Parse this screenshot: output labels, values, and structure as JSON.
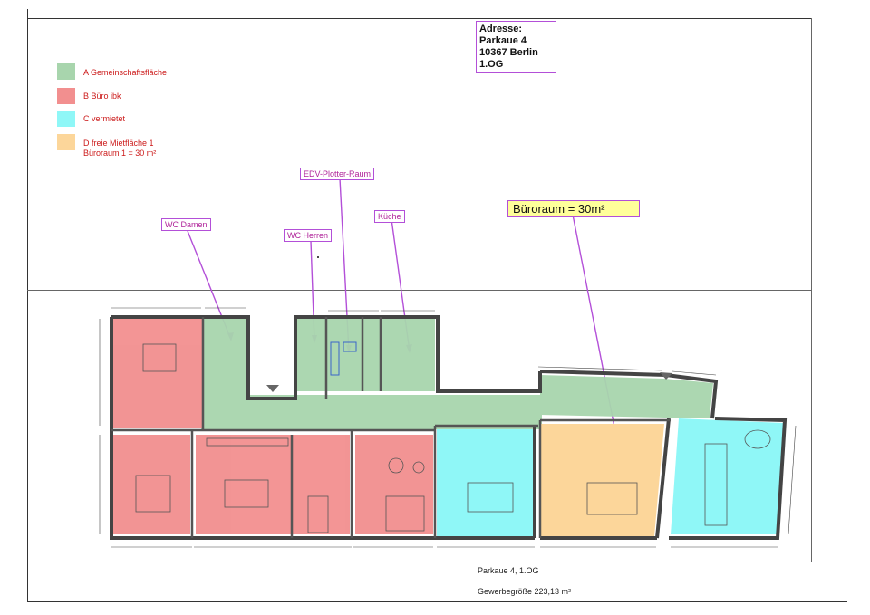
{
  "address": {
    "line1": "Adresse:",
    "line2": "Parkaue 4",
    "line3": "10367 Berlin",
    "line4": "1.OG"
  },
  "legend": [
    {
      "label": "A Gemeinschaftsfläche",
      "color": "#a8d5ad"
    },
    {
      "label": "B Büro ibk",
      "color": "#f28f8f"
    },
    {
      "label": "C vermietet",
      "color": "#8ff7f7"
    },
    {
      "label_line1": "D freie Mietfläche 1",
      "label_line2": "Büroraum 1 = 30 m²",
      "color": "#fcd69a"
    }
  ],
  "callouts": {
    "edv": "EDV-Plotter-Raum",
    "kueche": "Küche",
    "wc_damen": "WC Damen",
    "wc_herren": "WC Herren",
    "bueroraum": "Büroraum  = 30m²"
  },
  "footer": {
    "title": "Parkaue 4, 1.OG",
    "size": "Gewerbegröße 223,13 m²"
  },
  "colors": {
    "common": "#a8d5ad",
    "office_ibk": "#f28f8f",
    "rented": "#8ff7f7",
    "free": "#fcd69a",
    "callout_border": "#b34fd8"
  }
}
